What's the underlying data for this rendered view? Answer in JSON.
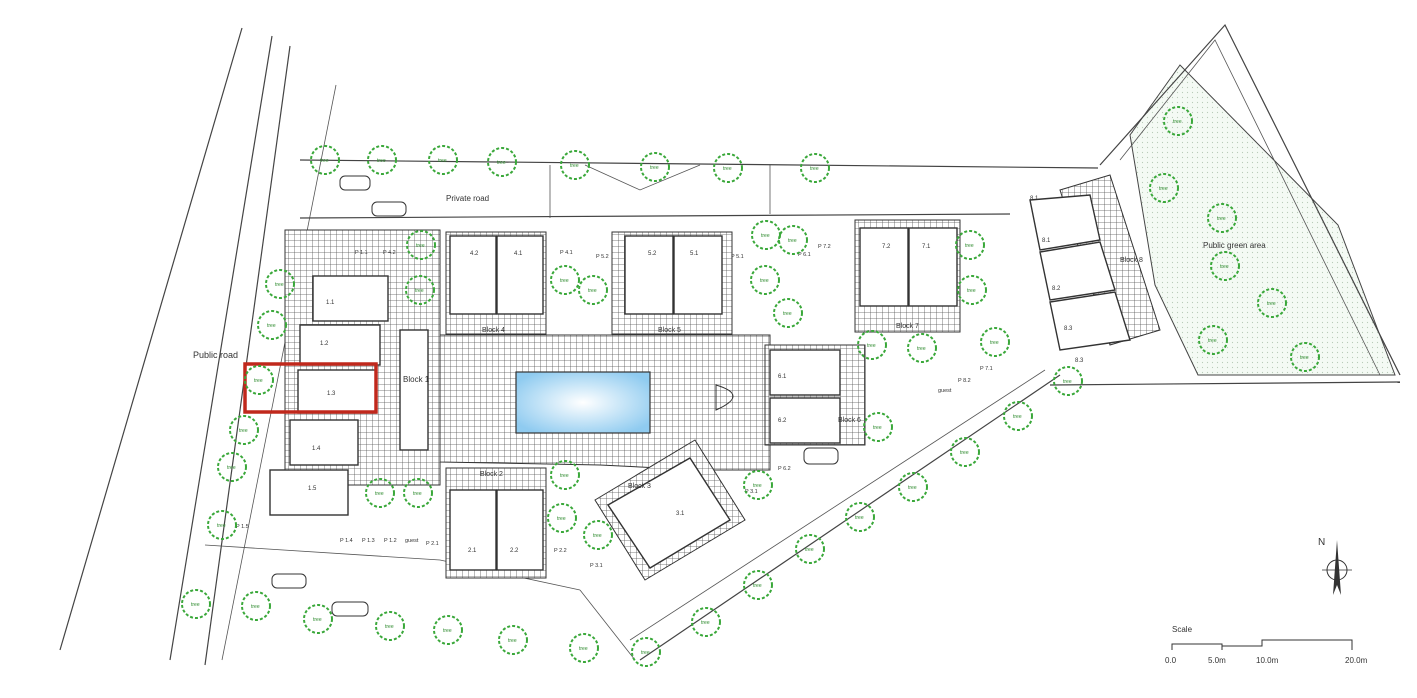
{
  "labels": {
    "private_road": "Private road",
    "public_road": "Public road",
    "public_green": "Public green area",
    "north": "N",
    "scale_title": "Scale",
    "scale_0": "0.0",
    "scale_5": "5.0m",
    "scale_10": "10.0m",
    "scale_20": "20.0m",
    "block1": "Block 1",
    "block2": "Block 2",
    "block3": "Block 3",
    "block4": "Block 4",
    "block5": "Block 5",
    "block6": "Block 6",
    "block7": "Block 7",
    "block8": "Block 8"
  },
  "units": {
    "u11": "1.1",
    "u12": "1.2",
    "u13": "1.3",
    "u14": "1.4",
    "u15": "1.5",
    "u21": "2.1",
    "u22": "2.2",
    "u31": "3.1",
    "u41": "4.1",
    "u42": "4.2",
    "u51": "5.1",
    "u52": "5.2",
    "u61": "6.1",
    "u62": "6.2",
    "u71": "7.1",
    "u72": "7.2",
    "u81": "8.1",
    "u82": "8.2",
    "u83": "8.3"
  },
  "parking": {
    "p11": "P 1.1",
    "p42": "P 4.2",
    "p41": "P 4.1",
    "p52": "P 5.2",
    "p51": "P 5.1",
    "p72": "P 7.2",
    "p61": "P 6.1",
    "p71": "P 7.1",
    "p82": "P 8.2",
    "guest_top": "guest",
    "p62": "P 6.2",
    "p31": "P 3.1",
    "p31b": "P 3.1",
    "p15": "P 1.5",
    "p14": "P 1.4",
    "p13": "P 1.3",
    "p12": "P 1.2",
    "guest_bottom": "guest",
    "p21": "P 2.1",
    "p22": "P 2.2",
    "b81": "8.1",
    "b83": "8.3"
  },
  "tree_label": "tree",
  "highlight_color": "#c0281c",
  "tree_color": "#3aa83a",
  "pool_color": "#bfe3f7"
}
